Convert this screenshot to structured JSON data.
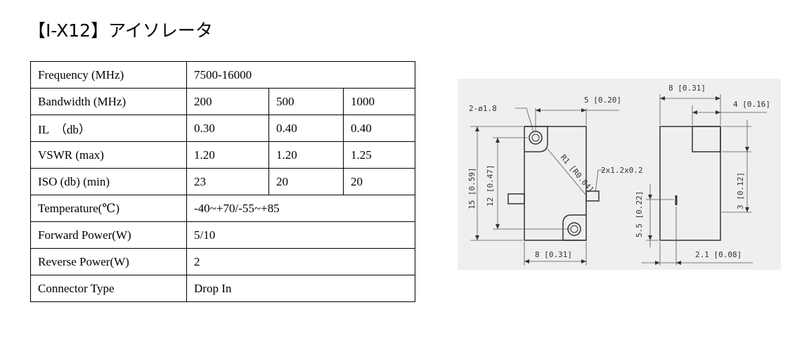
{
  "title": "【I-X12】アイソレータ",
  "table": {
    "rows": [
      {
        "label": "Frequency (MHz)",
        "value": "7500-16000"
      },
      {
        "label": "Bandwidth (MHz)",
        "values": [
          "200",
          "500",
          "1000"
        ]
      },
      {
        "label": "IL　（db）",
        "values": [
          "0.30",
          "0.40",
          "0.40"
        ]
      },
      {
        "label": "VSWR (max)",
        "values": [
          "1.20",
          "1.20",
          "1.25"
        ]
      },
      {
        "label": "ISO (db) (min)",
        "values": [
          "23",
          "20",
          "20"
        ]
      },
      {
        "label": "Temperature(℃)",
        "value": "-40~+70/-55~+85"
      },
      {
        "label": "Forward Power(W)",
        "value": "5/10"
      },
      {
        "label": "Reverse Power(W)",
        "value": "2"
      },
      {
        "label": "Connector Type",
        "value": "Drop In"
      }
    ]
  },
  "drawing": {
    "front": {
      "holes": "2-ø1.8",
      "right_offset": "5 [0.20]",
      "radius": "R1 [R0.04]",
      "tab": "2x1.2x0.2",
      "height_outer": "15 [0.59]",
      "height_inner": "12 [0.47]",
      "width": "8 [0.31]"
    },
    "side": {
      "width": "8 [0.31]",
      "top_block": "4 [0.16]",
      "right_height": "3 [0.12]",
      "pin_height": "5.5 [0.22]",
      "pin_offset": "2.1 [0.08]"
    }
  }
}
